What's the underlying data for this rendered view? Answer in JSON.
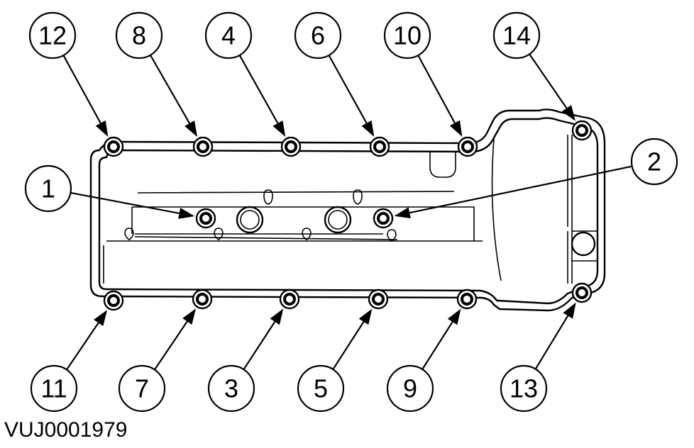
{
  "figure_reference": "VUJ0001979",
  "callouts": [
    {
      "label": "1"
    },
    {
      "label": "2"
    },
    {
      "label": "3"
    },
    {
      "label": "4"
    },
    {
      "label": "5"
    },
    {
      "label": "6"
    },
    {
      "label": "7"
    },
    {
      "label": "8"
    },
    {
      "label": "9"
    },
    {
      "label": "10"
    },
    {
      "label": "11"
    },
    {
      "label": "12"
    },
    {
      "label": "13"
    },
    {
      "label": "14"
    }
  ],
  "colors": {
    "line": "#000000",
    "background": "#ffffff"
  }
}
